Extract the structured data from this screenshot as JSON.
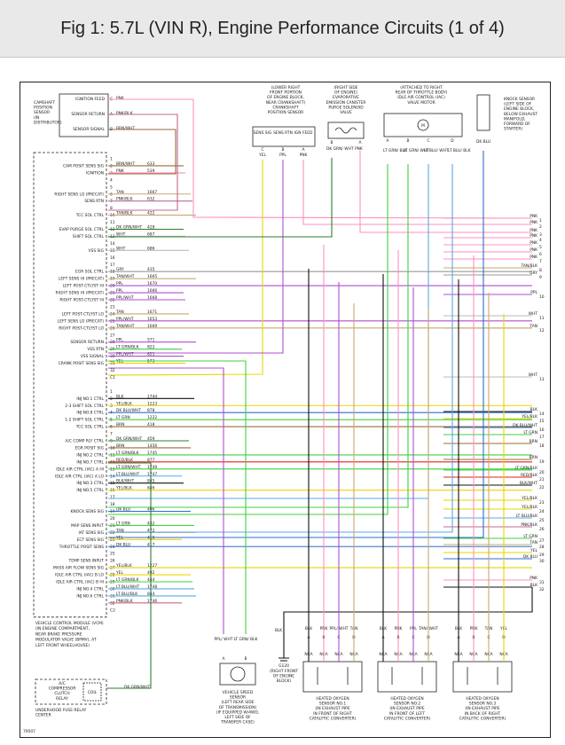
{
  "header": {
    "title": "Fig 1: 5.7L (VIN R), Engine Performance Circuits (1 of 4)"
  },
  "figure_id": "79507",
  "components": {
    "camshaft_sensor": {
      "title": [
        "CAMSHAFT",
        "POSITION",
        "SENSOR",
        "(IN",
        "DISTRIBUTOR)"
      ],
      "pins": [
        {
          "letter": "C",
          "label": "IGNITION FEED",
          "wire": "PNK"
        },
        {
          "letter": "A",
          "label": "SENSOR RETURN",
          "wire": "PNK/BLK"
        },
        {
          "letter": "B",
          "label": "SENSOR SIGNAL",
          "wire": "BRN/WHT"
        }
      ]
    },
    "crank_sensor": {
      "title": [
        "(LOWER RIGHT",
        "FRONT PORTION",
        "OF ENGINE BLOCK,",
        "NEAR CRANKSHAFT)",
        "CRANKSHAFT",
        "POSITION SENSOR"
      ],
      "pins": [
        "SENS SIG",
        "SENS RTN",
        "IGN FEED"
      ],
      "letters": [
        "C",
        "B",
        "A"
      ],
      "wires": [
        "YEL",
        "PPL",
        "PNK"
      ]
    },
    "purge_valve": {
      "title": [
        "(RIGHT SIDE",
        "OF ENGINE)",
        "EVAPORATIVE",
        "EMISSION CANISTER",
        "PURGE SOLENOID",
        "VALVE"
      ],
      "letters": [
        "B",
        "A"
      ],
      "wires": [
        "DK GRN/ WHT",
        "PNK"
      ]
    },
    "iac_motor": {
      "title": [
        "(ATTACHED TO RIGHT",
        "REAR OF THROTTLE BODY)",
        "IDLE AIR CONTROL (IAC)",
        "VALVE MOTOR"
      ],
      "letters": [
        "A",
        "B",
        "C",
        "D"
      ],
      "wires": [
        "LT GRN/ BLK",
        "LT GRN/ WHT",
        "LT BLU/ WHT",
        "LT BLU/ BLK"
      ]
    },
    "knock_sensor": {
      "title": [
        "KNOCK SENSOR",
        "(LEFT SIDE OF",
        "ENGINE BLOCK,",
        "BELOW EXHAUST",
        "MANIFOLD,",
        "FORWARD OF",
        "STARTER)"
      ],
      "wire": "DK BLU"
    },
    "vcm": {
      "title": [
        "VEHICLE CONTROL MODULE (VCM)",
        "(IN ENGINE COMPARTMENT,",
        "NEAR BRAKE PRESSURE",
        "MODULATOR VALVE (BPMV), AT",
        "LEFT FRONT WHEELHOUSE)"
      ]
    },
    "ac_relay": {
      "title": [
        "A/C",
        "COMPRESSOR",
        "CLUTCH",
        "RELAY"
      ],
      "coil": "COIL",
      "center": [
        "UNDERHOOD FUSE-RELAY",
        "CENTER"
      ],
      "wire": "DK GRN/WHT"
    },
    "vss": {
      "title": [
        "VEHICLE SPEED",
        "SENSOR",
        "(LEFT REAR SIDE",
        "OF TRANSMISSION)",
        "(IF EQUIPPED W/4WD,",
        "LEFT SIDE OF",
        "TRANSFER CASE)"
      ],
      "letters": [
        "A",
        "B"
      ],
      "wires": [
        "PPL/ WHT",
        "LT GRN/ BLK"
      ]
    },
    "ground": {
      "id": "G120",
      "title": [
        "(RIGHT FRONT",
        "OF ENGINE",
        "BLOCK)"
      ],
      "wire": "BLK"
    },
    "o2_sensors": [
      {
        "title": [
          "HEATED OXYGEN",
          "SENSOR NO.1",
          "(IN EXHAUST PIPE",
          "IN FRONT OF RIGHT",
          "CATALYTIC CONVERTER)"
        ],
        "letters": [
          "A",
          "B",
          "C",
          "D"
        ],
        "wires": [
          "BLK",
          "PNK",
          "PPL/ WHT",
          "TAN"
        ]
      },
      {
        "title": [
          "HEATED OXYGEN",
          "SENSOR NO.2",
          "(IN EXHAUST PIPE",
          "IN FRONT OF LEFT",
          "CATALYTIC CONVERTER)"
        ],
        "letters": [
          "A",
          "B",
          "C",
          "D"
        ],
        "wires": [
          "BLK",
          "PNK",
          "PPL",
          "TAN/ WHT"
        ]
      },
      {
        "title": [
          "HEATED OXYGEN",
          "SENSOR NO.3",
          "(IN EXHAUST PIPE",
          "IN BACK OF RIGHT",
          "CATALYTIC CONVERTER)"
        ],
        "letters": [
          "A",
          "B",
          "C",
          "D"
        ],
        "wires": [
          "BLK",
          "PNK",
          "TAN",
          "YEL"
        ]
      }
    ],
    "nca": "NCA"
  },
  "vcm_pins": [
    {
      "label": "",
      "pin": "1",
      "wire": "",
      "circuit": ""
    },
    {
      "label": "CAM POSIT SENS SIG",
      "pin": "2",
      "wire": "BRN/WHT",
      "circuit": "633"
    },
    {
      "label": "IGNITION",
      "pin": "3",
      "wire": "PNK",
      "circuit": "539"
    },
    {
      "label": "",
      "pin": "4",
      "wire": "",
      "circuit": ""
    },
    {
      "label": "",
      "pin": "5",
      "wire": "",
      "circuit": ""
    },
    {
      "label": "RIGHT SENS LO (PRECAT)",
      "pin": "6",
      "wire": "TAN",
      "circuit": "1667"
    },
    {
      "label": "SENS RTN",
      "pin": "7",
      "wire": "PNK/BLK",
      "circuit": "632"
    },
    {
      "label": "",
      "pin": "8",
      "wire": "",
      "circuit": ""
    },
    {
      "label": "TCC SOL CTRL",
      "pin": "10",
      "wire": "TAN/BLK",
      "circuit": "422"
    },
    {
      "label": "",
      "pin": "11",
      "wire": "",
      "circuit": ""
    },
    {
      "label": "EVAP PURGE SOL CTRL",
      "pin": "12",
      "wire": "DK GRN/WHT",
      "circuit": "428"
    },
    {
      "label": "SHIFT SOL CTRL",
      "pin": "13",
      "wire": "WHT",
      "circuit": "687"
    },
    {
      "label": "",
      "pin": "14",
      "wire": "",
      "circuit": ""
    },
    {
      "label": "VSS SIG",
      "pin": "15",
      "wire": "WHT",
      "circuit": "686"
    },
    {
      "label": "",
      "pin": "16",
      "wire": "",
      "circuit": ""
    },
    {
      "label": "",
      "pin": "17",
      "wire": "",
      "circuit": ""
    },
    {
      "label": "EGR SOL CTRL",
      "pin": "18",
      "wire": "GRY",
      "circuit": "435"
    },
    {
      "label": "LEFT SENS HI (PRECAT)",
      "pin": "19",
      "wire": "TAN/WHT",
      "circuit": "1665"
    },
    {
      "label": "LEFT POST-CTLYST HI",
      "pin": "20",
      "wire": "PPL",
      "circuit": "1670"
    },
    {
      "label": "RIGHT SENS HI (PRECAT)",
      "pin": "21",
      "wire": "PPL",
      "circuit": "1666"
    },
    {
      "label": "RIGHT POST-CTLYST HI",
      "pin": "22",
      "wire": "PPL/WHT",
      "circuit": "1668"
    },
    {
      "label": "",
      "pin": "23",
      "wire": "",
      "circuit": ""
    },
    {
      "label": "LEFT POST-CTLYST LO",
      "pin": "24",
      "wire": "TAN",
      "circuit": "1671"
    },
    {
      "label": "LEFT SENS LO (PRECAT)",
      "pin": "25",
      "wire": "PPL/WHT",
      "circuit": "1653"
    },
    {
      "label": "RIGHT POST-CTLYST LO",
      "pin": "26",
      "wire": "TAN/WHT",
      "circuit": "1669"
    },
    {
      "label": "",
      "pin": "27",
      "wire": "",
      "circuit": ""
    },
    {
      "label": "SENSOR RETURN",
      "pin": "28",
      "wire": "PPL",
      "circuit": "571"
    },
    {
      "label": "VSS RTN",
      "pin": "29",
      "wire": "LT GRN/BLK",
      "circuit": "822"
    },
    {
      "label": "VSS SIGNAL",
      "pin": "30",
      "wire": "PPL/WHT",
      "circuit": "821"
    },
    {
      "label": "CRANK POSIT SENS SIG",
      "pin": "31",
      "wire": "YEL",
      "circuit": "573"
    },
    {
      "label": "",
      "pin": "32",
      "wire": "",
      "circuit": ""
    },
    {
      "label": "",
      "pin": "C1",
      "wire": "",
      "circuit": ""
    },
    {
      "label": "",
      "pin": "",
      "wire": "",
      "circuit": ""
    },
    {
      "label": "",
      "pin": "1",
      "wire": "",
      "circuit": ""
    },
    {
      "label": "INJ NO.1 CTRL",
      "pin": "2",
      "wire": "BLK",
      "circuit": "1744"
    },
    {
      "label": "2-3 SHIFT SOL CTRL",
      "pin": "3",
      "wire": "YEL/BLK",
      "circuit": "1223"
    },
    {
      "label": "INJ NO.8 CTRL",
      "pin": "4",
      "wire": "DK BLU/WHT",
      "circuit": "878"
    },
    {
      "label": "1-2 SHIFT SOL CTRL",
      "pin": "5",
      "wire": "LT GRN",
      "circuit": "1222"
    },
    {
      "label": "TCC SOL CTRL",
      "pin": "6",
      "wire": "BRN",
      "circuit": "418"
    },
    {
      "label": "",
      "pin": "7",
      "wire": "",
      "circuit": ""
    },
    {
      "label": "A/C COMP RLY CTRL",
      "pin": "9",
      "wire": "DK GRN/WHT",
      "circuit": "459"
    },
    {
      "label": "EGR POSIT SIG",
      "pin": "10",
      "wire": "BRN",
      "circuit": "1456"
    },
    {
      "label": "INJ NO.2 CTRL",
      "pin": "11",
      "wire": "LT GRN/BLK",
      "circuit": "1745"
    },
    {
      "label": "INJ NO.7 CTRL",
      "pin": "12",
      "wire": "RED/BLK",
      "circuit": "877"
    },
    {
      "label": "IDLE AIR CTRL (IAC) A HI",
      "pin": "13",
      "wire": "LT GRN/WHT",
      "circuit": "1749"
    },
    {
      "label": "IDLE AIR CTRL (IAC) A LO",
      "pin": "14",
      "wire": "LT BLU/WHT",
      "circuit": "1747"
    },
    {
      "label": "INJ NO.3 CTRL",
      "pin": "15",
      "wire": "BLK/WHT",
      "circuit": "845"
    },
    {
      "label": "INJ NO.5 CTRL",
      "pin": "16",
      "wire": "YEL/BLK",
      "circuit": "846"
    },
    {
      "label": "",
      "pin": "17",
      "wire": "",
      "circuit": ""
    },
    {
      "label": "",
      "pin": "18",
      "wire": "",
      "circuit": ""
    },
    {
      "label": "KNOCK SENS SIG",
      "pin": "19",
      "wire": "DK BLU",
      "circuit": "496"
    },
    {
      "label": "",
      "pin": "20",
      "wire": "",
      "circuit": ""
    },
    {
      "label": "MAP SENS INPUT",
      "pin": "21",
      "wire": "LT GRN",
      "circuit": "432"
    },
    {
      "label": "IAT SENS SIG",
      "pin": "22",
      "wire": "TAN",
      "circuit": "472"
    },
    {
      "label": "ECT SENS SIG",
      "pin": "23",
      "wire": "YEL",
      "circuit": "410"
    },
    {
      "label": "THROTTLE POSIT SENS",
      "pin": "24",
      "wire": "DK BLU",
      "circuit": "417"
    },
    {
      "label": "",
      "pin": "25",
      "wire": "",
      "circuit": ""
    },
    {
      "label": "TEMP SENS INPUT",
      "pin": "26",
      "wire": "",
      "circuit": ""
    },
    {
      "label": "MASS AIR FLOW SENS SIG",
      "pin": "27",
      "wire": "YEL/BLK",
      "circuit": "1227"
    },
    {
      "label": "IDLE AIR CTRL (IAC) B LO",
      "pin": "28",
      "wire": "YEL",
      "circuit": "492"
    },
    {
      "label": "IDLE AIR CTRL (IAC) B HI",
      "pin": "29",
      "wire": "LT GRN/BLK",
      "circuit": "444"
    },
    {
      "label": "INJ NO.4 CTRL",
      "pin": "30",
      "wire": "LT BLU/WHT",
      "circuit": "1748"
    },
    {
      "label": "INJ NO.6 CTRL",
      "pin": "31",
      "wire": "LT BLU/BLK",
      "circuit": "844"
    },
    {
      "label": "",
      "pin": "32",
      "wire": "PNK/BLK",
      "circuit": "1746"
    },
    {
      "label": "",
      "pin": "C2",
      "wire": "",
      "circuit": ""
    }
  ],
  "ref_labels": [
    {
      "wire": "PNK",
      "num": "1"
    },
    {
      "wire": "PNK",
      "num": "2"
    },
    {
      "wire": "PNK",
      "num": "3"
    },
    {
      "wire": "PNK",
      "num": "4"
    },
    {
      "wire": "PNK",
      "num": "5"
    },
    {
      "wire": "PNK",
      "num": "6"
    },
    {
      "wire": "PNK",
      "num": "7"
    },
    {
      "wire": "TAN/BLK",
      "num": "8"
    },
    {
      "wire": "GRY",
      "num": "9"
    },
    {
      "wire": "PPL",
      "num": "10"
    },
    {
      "wire": "WHT",
      "num": "11"
    },
    {
      "wire": "TAN",
      "num": "12"
    },
    {
      "wire": "WHT",
      "num": "13"
    },
    {
      "wire": "BLK",
      "num": "14"
    },
    {
      "wire": "YEL/BLK",
      "num": "15"
    },
    {
      "wire": "DK BLU/WHT",
      "num": "16"
    },
    {
      "wire": "LT GRN",
      "num": "17"
    },
    {
      "wire": "BRN",
      "num": "18"
    },
    {
      "wire": "BRN",
      "num": "19"
    },
    {
      "wire": "LT GRN/BLK",
      "num": "20"
    },
    {
      "wire": "RED/BLK",
      "num": "21"
    },
    {
      "wire": "BLK/WHT",
      "num": "22"
    },
    {
      "wire": "YEL/BLK",
      "num": "23"
    },
    {
      "wire": "YEL/BLK",
      "num": "24"
    },
    {
      "wire": "LT BLU/BLK",
      "num": "25"
    },
    {
      "wire": "PNK/BLK",
      "num": "26"
    },
    {
      "wire": "LT GRN",
      "num": "27"
    },
    {
      "wire": "TAN",
      "num": "28"
    },
    {
      "wire": "YEL",
      "num": "29"
    },
    {
      "wire": "DK BLU",
      "num": "30"
    },
    {
      "wire": "PNK",
      "num": "31"
    },
    {
      "wire": "BLK",
      "num": "32"
    }
  ],
  "colors": {
    "pnk": "#ff8fc0",
    "pnk_blk": "#c06a90",
    "brn": "#9a6b3e",
    "tan": "#c8a870",
    "yel": "#e8d400",
    "grn": "#44aa44",
    "lt_grn": "#3fd03f",
    "dk_grn": "#2e7d2e",
    "blu": "#2c6ecb",
    "lt_blu": "#5aa8e6",
    "ppl": "#b04fd0",
    "gry": "#999999",
    "red": "#e02020",
    "blk": "#111111",
    "wht": "#bbbbbb"
  }
}
